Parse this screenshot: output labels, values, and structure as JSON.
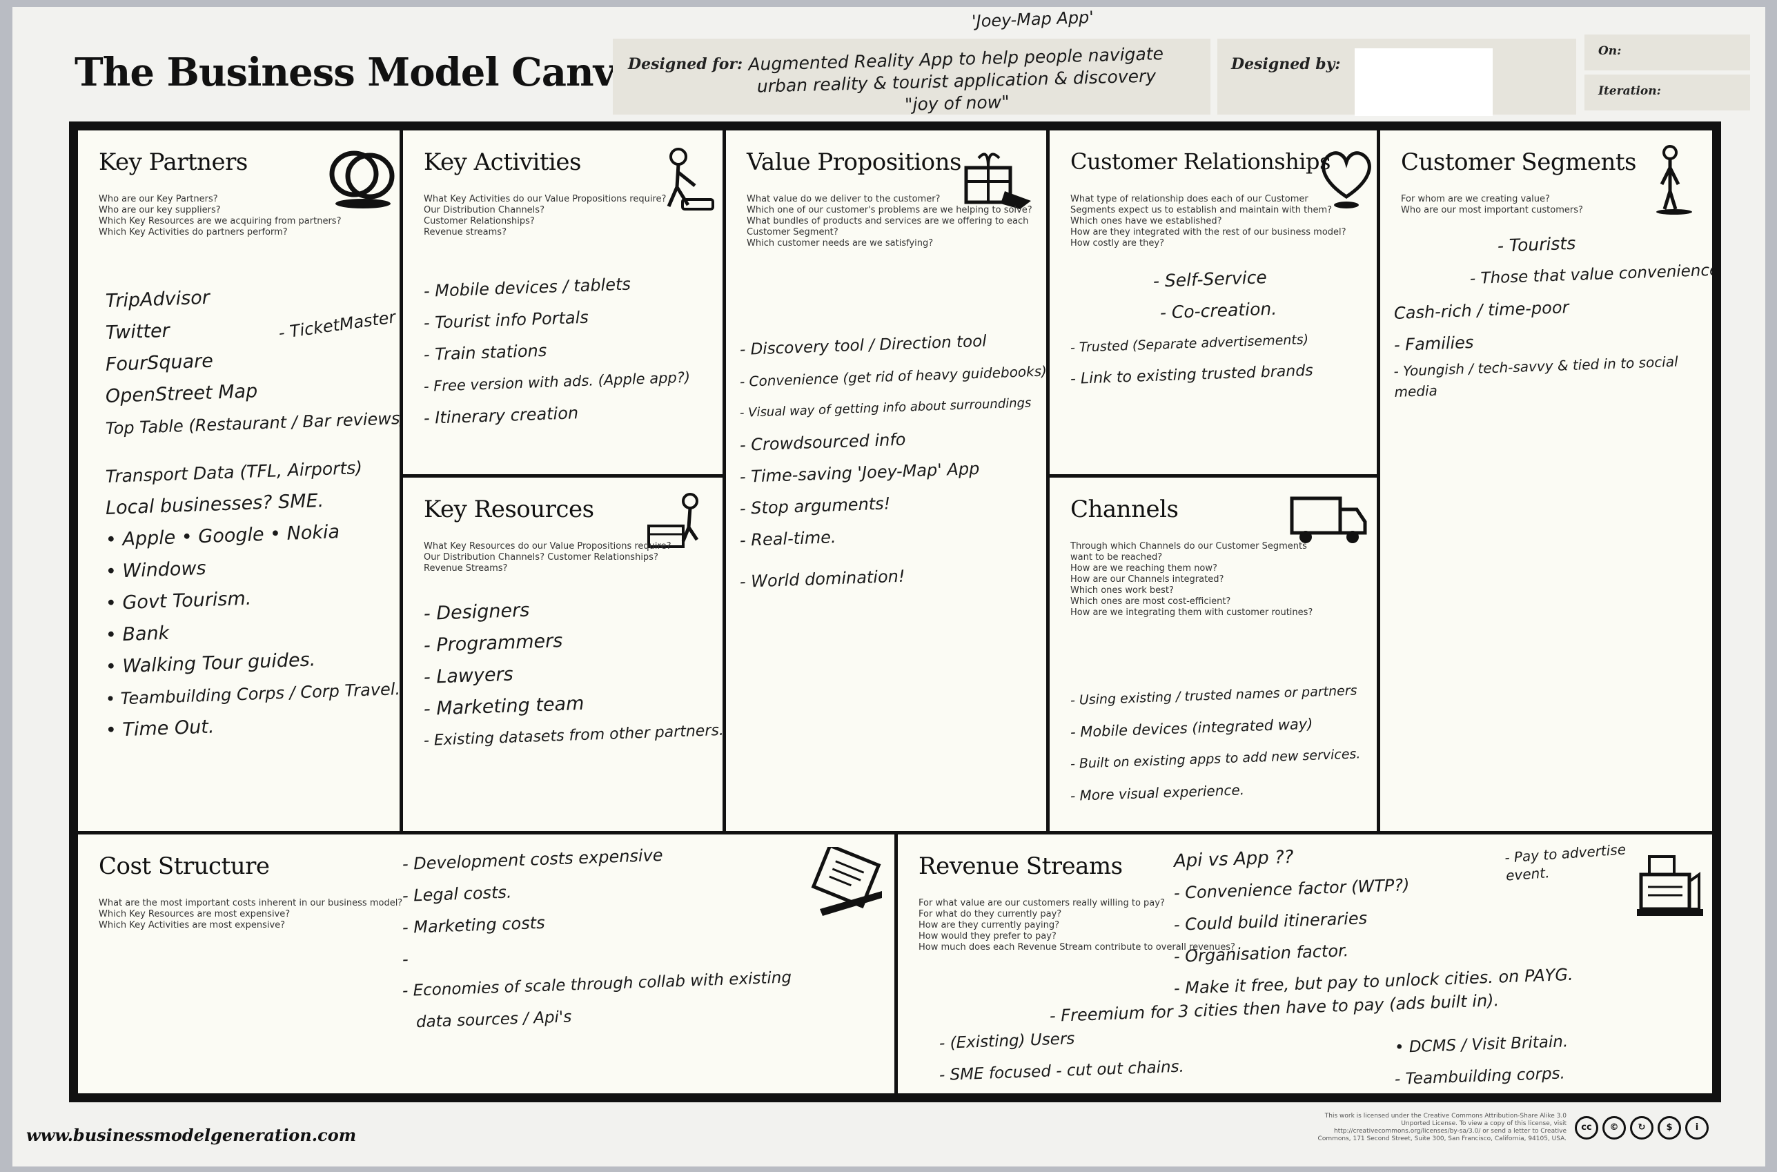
{
  "header": {
    "title": "The Business Model Canvas",
    "designed_for_label": "Designed for:",
    "designed_for_value": "Augmented Reality App to help people navigate urban reality & tourist application & discovery \"joy of now\"",
    "app_name_note": "'Joey-Map App'",
    "designed_by_label": "Designed by:",
    "on_label": "On:",
    "iteration_label": "Iteration:"
  },
  "sections": {
    "key_partners": {
      "title": "Key Partners",
      "questions": "Who are our Key Partners?\nWho are our key suppliers?\nWhich Key Resources are we acquiring from partners?\nWhich Key Activities do partners perform?",
      "notes": [
        "TripAdvisor",
        "Twitter",
        "FourSquare",
        "OpenStreet Map",
        "Top Table (Restaurant / Bar reviews)",
        "Transport Data (TFL, Airports)",
        "Local businesses? SME.",
        "• Apple • Google • Nokia",
        "• Windows",
        "• Govt Tourism.",
        "• Bank",
        "• Walking Tour guides.",
        "• Teambuilding Corps / Corp Travel.",
        "• Time Out."
      ],
      "extra_note": "- TicketMaster"
    },
    "key_activities": {
      "title": "Key Activities",
      "questions": "What Key Activities do our Value Propositions require?\nOur Distribution Channels?\nCustomer Relationships?\nRevenue streams?",
      "notes": [
        "- Mobile devices / tablets",
        "- Tourist info Portals",
        "- Train stations",
        "- Free version with ads. (Apple app?)",
        "- Itinerary creation"
      ]
    },
    "key_resources": {
      "title": "Key Resources",
      "questions": "What Key Resources do our Value Propositions require?\nOur Distribution Channels? Customer Relationships?\nRevenue Streams?",
      "notes": [
        "- Designers",
        "- Programmers",
        "- Lawyers",
        "- Marketing team",
        "- Existing datasets from other partners."
      ]
    },
    "value_propositions": {
      "title": "Value Propositions",
      "questions": "What value do we deliver to the customer?\nWhich one of our customer's problems are we helping to solve?\nWhat bundles of products and services are we offering to each Customer Segment?\nWhich customer needs are we satisfying?",
      "notes": [
        "- Discovery tool / Direction tool",
        "- Convenience (get rid of heavy guidebooks)",
        "- Visual way of getting info about surroundings",
        "- Crowdsourced info",
        "- Time-saving 'Joey-Map' App",
        "- Stop arguments!",
        "- Real-time.",
        "- World domination!"
      ]
    },
    "customer_relationships": {
      "title": "Customer Relationships",
      "questions": "What type of relationship does each of our Customer\nSegments expect us to establish and maintain with them?\nWhich ones have we established?\nHow are they integrated with the rest of our business model?\nHow costly are they?",
      "notes": [
        "- Self-Service",
        "- Co-creation.",
        "- Trusted (Separate advertisements)",
        "- Link to existing trusted brands"
      ]
    },
    "channels": {
      "title": "Channels",
      "questions": "Through which Channels do our Customer Segments\nwant to be reached?\nHow are we reaching them now?\nHow are our Channels integrated?\nWhich ones work best?\nWhich ones are most cost-efficient?\nHow are we integrating them with customer routines?",
      "notes": [
        "- Using existing / trusted names or partners",
        "- Mobile devices (integrated way)",
        "- Built on existing apps to add new services.",
        "- More visual experience."
      ]
    },
    "customer_segments": {
      "title": "Customer Segments",
      "questions": "For whom are we creating value?\nWho are our most important customers?",
      "notes": [
        "- Tourists",
        "- Those that value convenience",
        "Cash-rich / time-poor",
        "- Families",
        "- Youngish / tech-savvy & tied in to social media"
      ]
    },
    "cost_structure": {
      "title": "Cost Structure",
      "questions": "What are the most important costs inherent in our business model?\nWhich Key Resources are most expensive?\nWhich Key Activities are most expensive?",
      "notes": [
        "- Development costs expensive",
        "- Legal costs.",
        "- Marketing costs",
        "-",
        "- Economies of scale through collab with existing",
        "data sources / Api's"
      ]
    },
    "revenue_streams": {
      "title": "Revenue Streams",
      "questions": "For what value are our customers really willing to pay?\nFor what do they currently pay?\nHow are they currently paying?\nHow would they prefer to pay?\nHow much does each Revenue Stream contribute to overall revenues?",
      "notes": [
        "Api vs App ??",
        "- Convenience factor (WTP?)",
        "- Could build itineraries",
        "- Organisation factor.",
        "- Make it free, but pay to unlock cities. on PAYG.",
        "- Freemium for 3 cities then have to pay (ads built in).",
        "- (Existing) Users",
        "- SME focused - cut out chains.",
        "• DCMS / Visit Britain.",
        "- Teambuilding corps."
      ],
      "top_note": "- Pay to advertise event."
    }
  },
  "footer": {
    "url": "www.businessmodelgeneration.com",
    "license": "This work is licensed under the Creative Commons Attribution-Share Alike 3.0 Unported License. To view a copy of this license, visit http://creativecommons.org/licenses/by-sa/3.0/ or send a letter to Creative Commons, 171 Second Street, Suite 300, San Francisco, California, 94105, USA."
  },
  "icon_names": [
    "rings-icon",
    "worker-icon",
    "gift-icon",
    "heart-icon",
    "person-icon",
    "forklift-icon",
    "truck-icon",
    "receipt-icon",
    "cash-register-icon"
  ]
}
